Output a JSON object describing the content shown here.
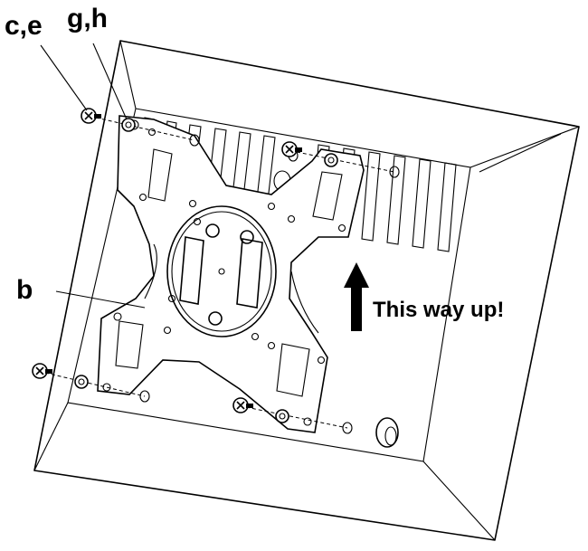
{
  "labels": {
    "screws_top": "c,e",
    "washers_top": "g,h",
    "bracket": "b",
    "direction": "This way up!"
  },
  "icons": {
    "arrow": "up-arrow-icon",
    "screw": "phillips-screw-icon"
  }
}
